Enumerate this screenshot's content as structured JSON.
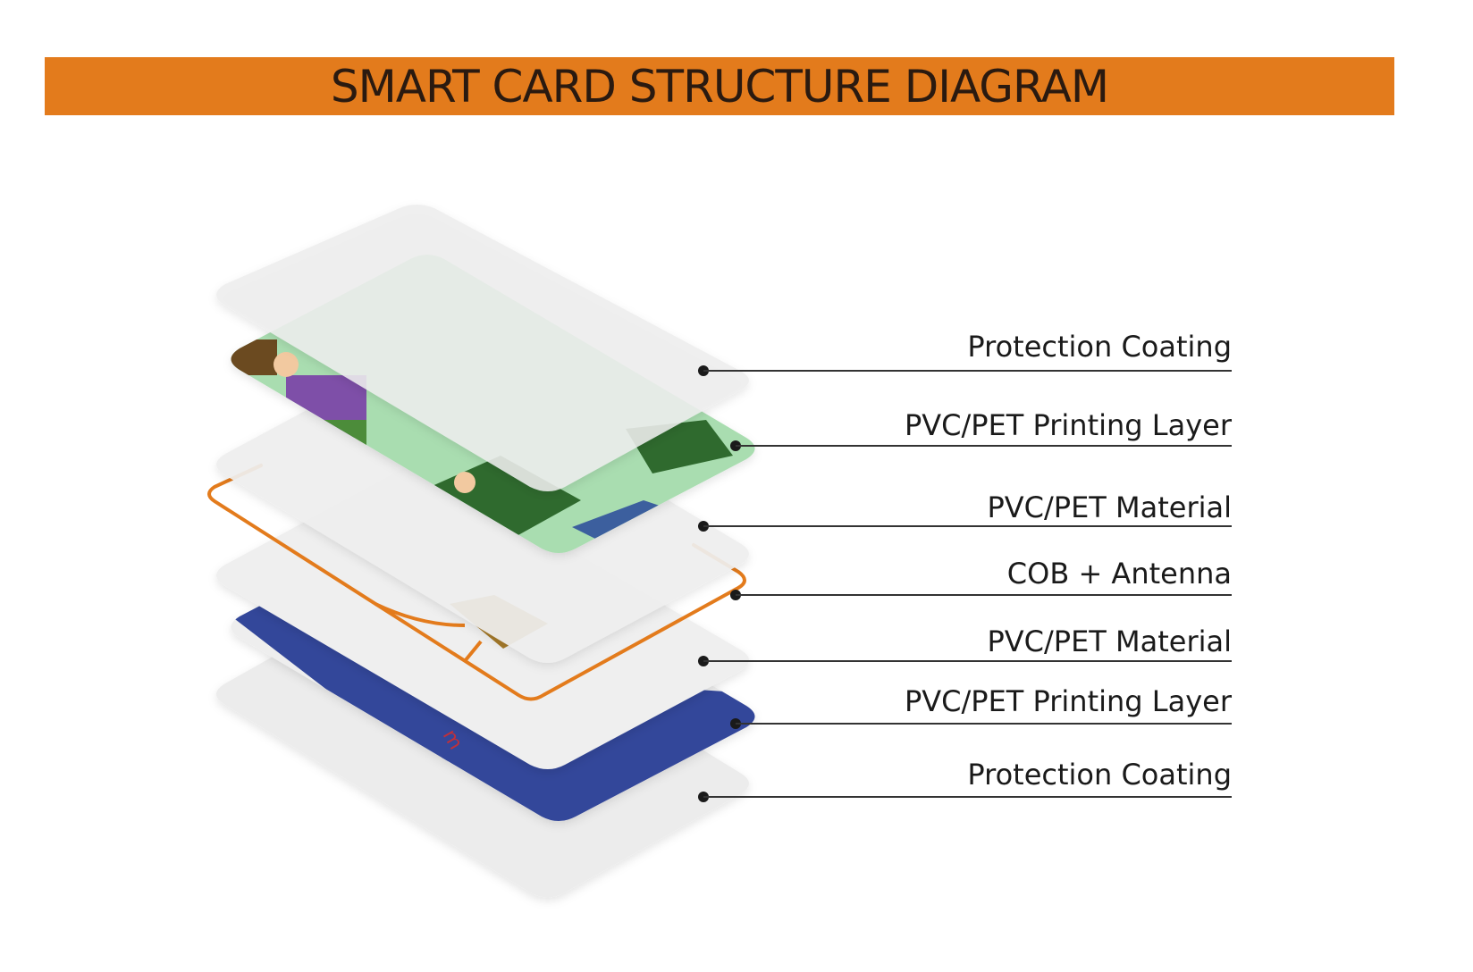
{
  "title": "SMART CARD STRUCTURE DIAGRAM",
  "layers": [
    {
      "label": "Protection Coating"
    },
    {
      "label": "PVC/PET Printing Layer"
    },
    {
      "label": "PVC/PET Material"
    },
    {
      "label": "COB + Antenna"
    },
    {
      "label": "PVC/PET Material"
    },
    {
      "label": "PVC/PET Printing Layer"
    },
    {
      "label": "Protection Coating"
    }
  ],
  "colors": {
    "banner": "#E37B1C",
    "antenna": "#E37B1C",
    "chip": "#A57A2A",
    "print_back": "#33479A",
    "print_front_bg": "#A9DDB0",
    "print_front_accent": "#2F6A2E",
    "sheet": "#EDEDED"
  }
}
